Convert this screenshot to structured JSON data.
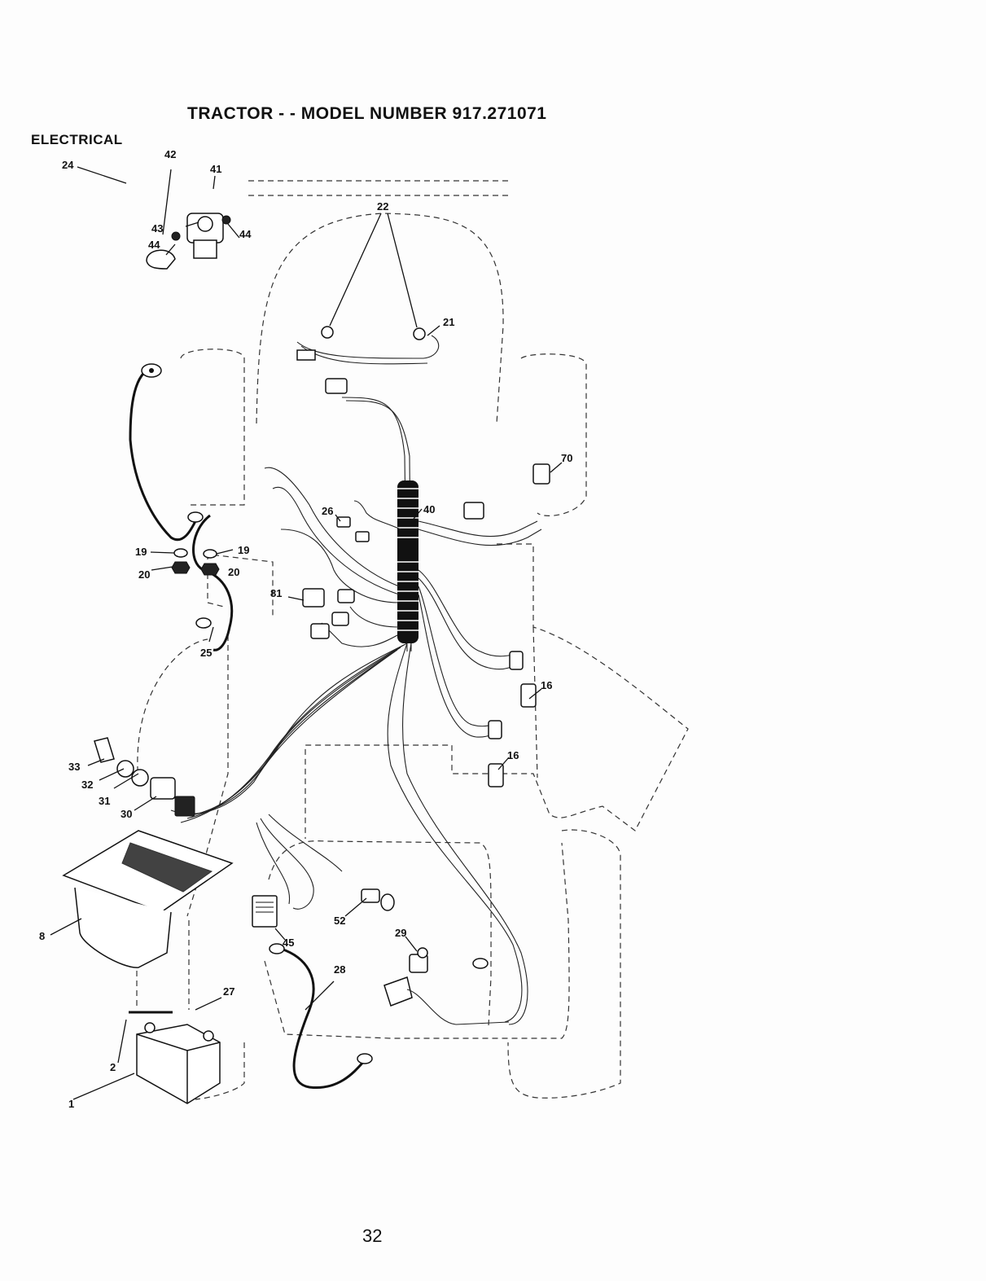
{
  "header": {
    "title": "TRACTOR - - MODEL NUMBER 917.271071",
    "section": "ELECTRICAL"
  },
  "footer": {
    "page_number": "32"
  },
  "callouts": [
    "1",
    "2",
    "8",
    "16",
    "16",
    "19",
    "19",
    "20",
    "20",
    "21",
    "22",
    "24",
    "25",
    "26",
    "27",
    "28",
    "29",
    "30",
    "31",
    "32",
    "33",
    "40",
    "41",
    "42",
    "43",
    "44",
    "44",
    "45",
    "52",
    "70",
    "81"
  ]
}
